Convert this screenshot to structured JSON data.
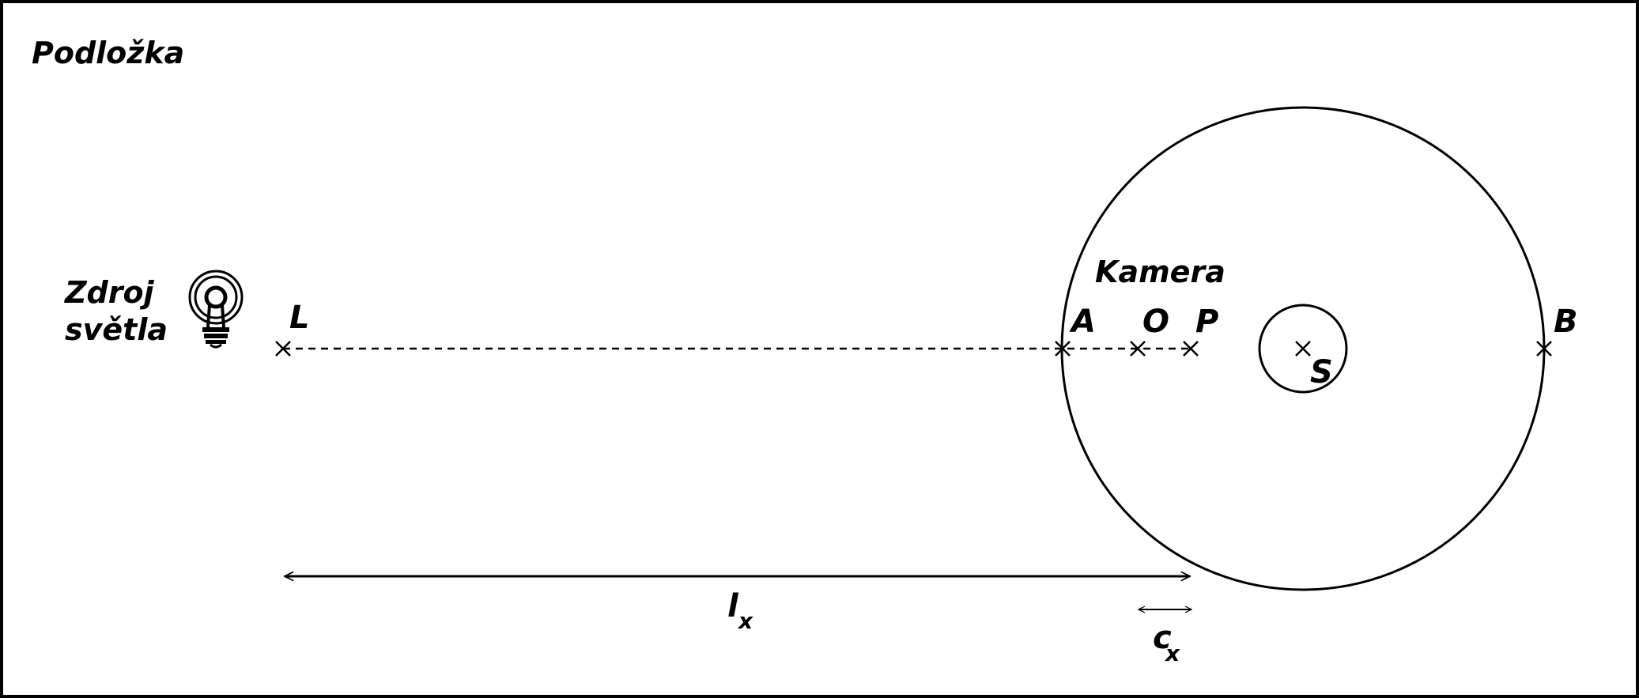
{
  "labels": {
    "substrate": "Podložka",
    "source_line1": "Zdroj",
    "source_line2": "světla",
    "camera": "Kamera"
  },
  "points": {
    "L": "L",
    "A": "A",
    "O": "O",
    "P": "P",
    "S": "S",
    "B": "B"
  },
  "dimensions": {
    "lx_main": "l",
    "lx_sub": "x",
    "cx_main": "c",
    "cx_sub": "x"
  },
  "icons": {
    "light_source": "light-bulb-icon"
  }
}
